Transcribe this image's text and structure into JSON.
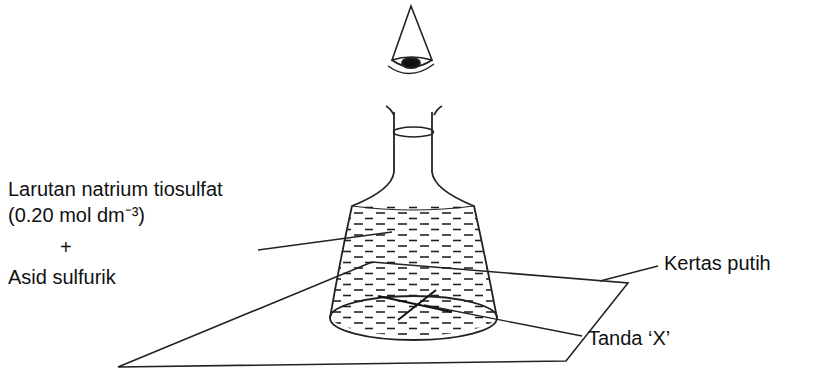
{
  "diagram": {
    "labels": [
      "Larutan natrium tiosulfat",
      "(0.20 mol dm⁻³)",
      "+",
      "Asid sulfurik",
      "Kertas putih",
      "Tanda ‘X’"
    ]
  }
}
